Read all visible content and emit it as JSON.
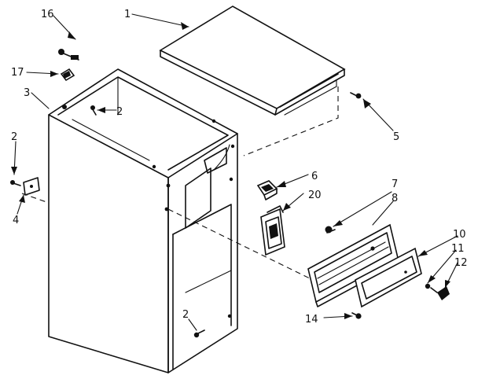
{
  "callouts": [
    {
      "id": "c1",
      "text": "1"
    },
    {
      "id": "c2a",
      "text": "2"
    },
    {
      "id": "c2b",
      "text": "2"
    },
    {
      "id": "c2c",
      "text": "2"
    },
    {
      "id": "c3",
      "text": "3"
    },
    {
      "id": "c4",
      "text": "4"
    },
    {
      "id": "c5",
      "text": "5"
    },
    {
      "id": "c6",
      "text": "6"
    },
    {
      "id": "c7",
      "text": "7"
    },
    {
      "id": "c8",
      "text": "8"
    },
    {
      "id": "c10",
      "text": "10"
    },
    {
      "id": "c11",
      "text": "11"
    },
    {
      "id": "c12",
      "text": "12"
    },
    {
      "id": "c14",
      "text": "14"
    },
    {
      "id": "c16",
      "text": "16"
    },
    {
      "id": "c17",
      "text": "17"
    },
    {
      "id": "c20",
      "text": "20"
    }
  ]
}
